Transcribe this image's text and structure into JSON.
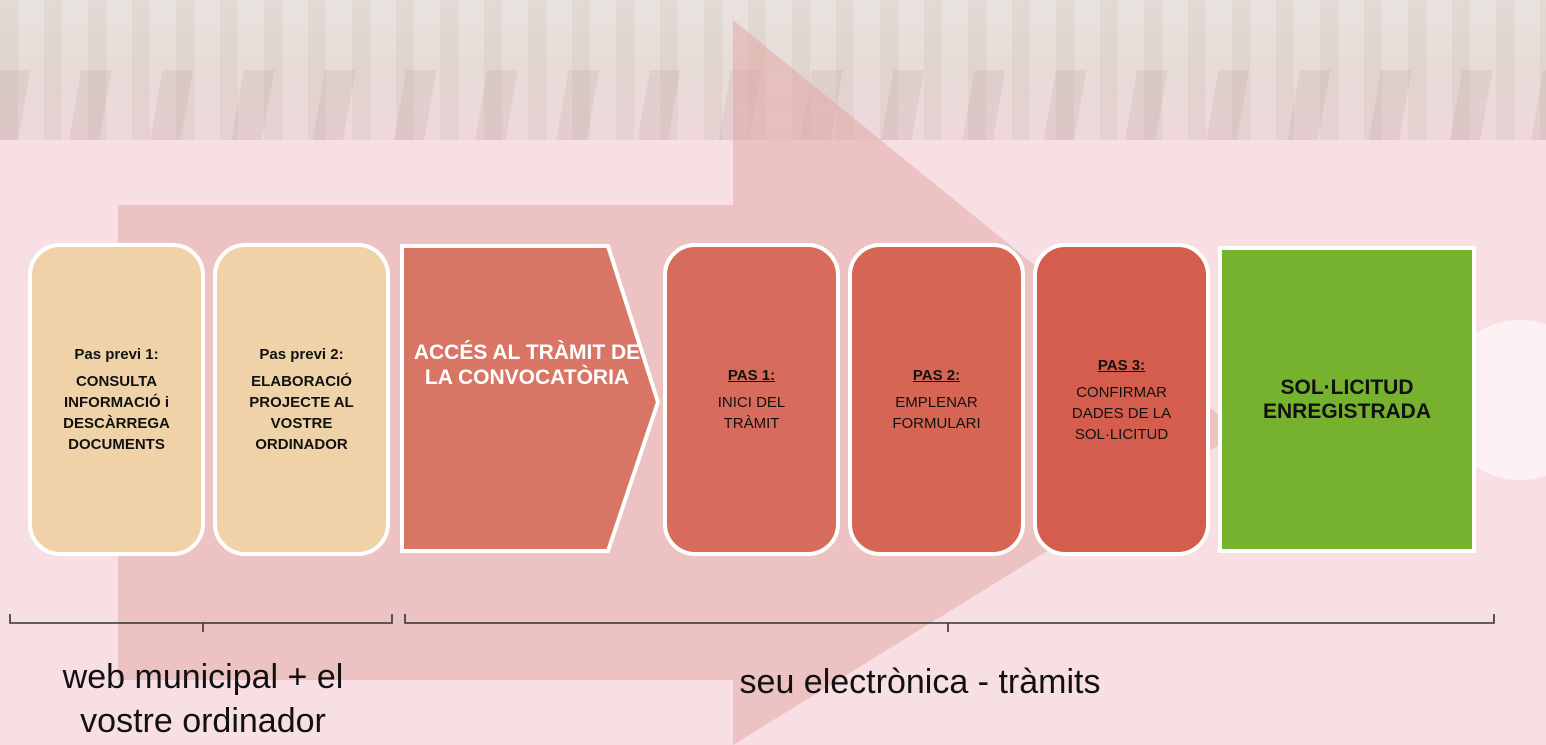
{
  "steps": {
    "prev1": {
      "title": "Pas previ 1:",
      "body": "CONSULTA INFORMACIÓ i DESCÀRREGA DOCUMENTS"
    },
    "prev2": {
      "title": "Pas previ 2:",
      "body": "ELABORACIÓ PROJECTE AL VOSTRE ORDINADOR"
    },
    "access": {
      "label": "ACCÉS AL TRÀMIT DE LA CONVOCATÒRIA"
    },
    "pas1": {
      "title": "PAS 1:",
      "body": "INICI DEL TRÀMIT"
    },
    "pas2": {
      "title": "PAS 2:",
      "body": "EMPLENAR FORMULARI"
    },
    "pas3": {
      "title": "PAS 3:",
      "body": "CONFIRMAR DADES DE LA SOL·LICITUD"
    },
    "final": {
      "label": "SOL·LICITUD ENREGISTRADA"
    }
  },
  "groups": {
    "left": "web municipal + el vostre ordinador",
    "right": "seu electrònica - tràmits"
  },
  "colors": {
    "background": "#f8dfe4",
    "previous_step": "#f0d2a8",
    "step": "#d6624f",
    "final": "#76b22e"
  }
}
